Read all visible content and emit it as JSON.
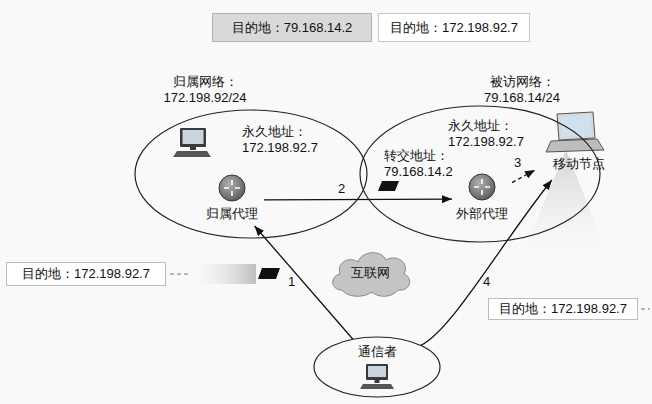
{
  "diagram": {
    "nodes": [
      {
        "text": [
          "目的地：79.168.14.2"
        ]
      },
      {
        "text": [
          "目的地：172.198.92.7"
        ]
      },
      {
        "text": [
          "归属网络：",
          "172.198.92/24"
        ]
      },
      {
        "text": [
          "归属代理"
        ],
        "in": 2
      },
      {
        "text": [
          "被访网络：",
          "79.168.14/24"
        ]
      },
      {
        "text": [
          "外部代理"
        ],
        "in": 4
      },
      {
        "text": [
          "移动节点"
        ],
        "in": 4
      },
      {
        "text": [
          "目的地：172.198.92.7"
        ]
      },
      {
        "text": [
          "互联网"
        ]
      },
      {
        "text": [
          "目的地：172.198.92.7"
        ]
      },
      {
        "text": [
          "通信者"
        ]
      }
    ],
    "edges": [
      {
        "from": 10,
        "to": 3,
        "arrow": "to",
        "label": "1"
      },
      {
        "from": 3,
        "to": 5,
        "arrow": "to",
        "label": "2"
      },
      {
        "from": 5,
        "to": 6,
        "arrow": "to",
        "label": "3"
      },
      {
        "from": 10,
        "to": 6,
        "arrow": "to",
        "label": "4"
      }
    ],
    "labels": [
      "永久地址： 172.198.92.7",
      "永久地址： 172.198.92.7",
      "转交地址： 79.168.14.2"
    ]
  }
}
